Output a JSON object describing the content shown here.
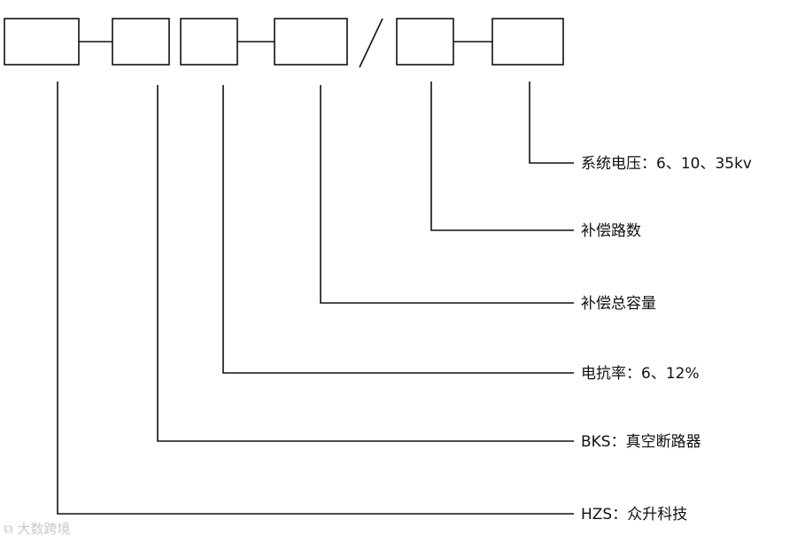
{
  "diagram": {
    "separator": "/",
    "labels": [
      {
        "id": "voltage",
        "text": "系统电压：6、10、35kv"
      },
      {
        "id": "paths",
        "text": "补偿路数"
      },
      {
        "id": "capacity",
        "text": "补偿总容量"
      },
      {
        "id": "reactance",
        "text": "电抗率：6、12%"
      },
      {
        "id": "breaker",
        "text": "BKS：真空断路器"
      },
      {
        "id": "brand",
        "text": "HZS：众升科技"
      }
    ]
  },
  "watermark": {
    "text": "大数跨境"
  },
  "colors": {
    "line": "#111111",
    "text": "#111111",
    "watermark": "#c8c8c8"
  }
}
